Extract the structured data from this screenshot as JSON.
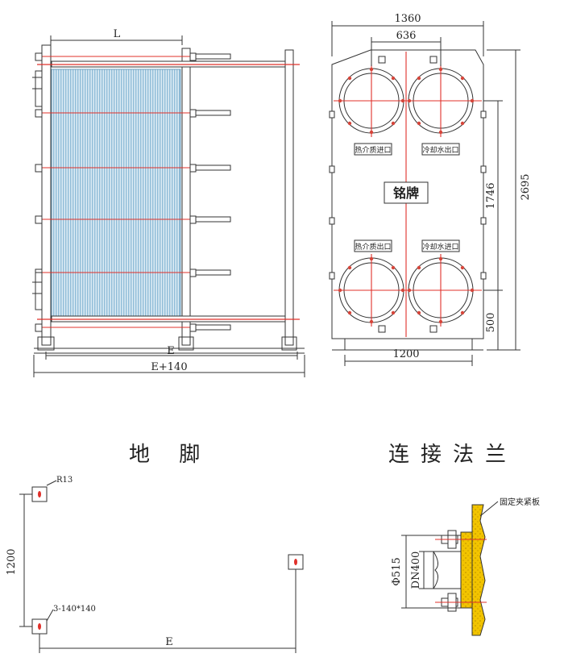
{
  "side_view": {
    "dim_L": "L",
    "dim_E": "E",
    "dim_E140": "E+140"
  },
  "front_view": {
    "width_total": "1360",
    "port_spacing": "636",
    "height_total": "2695",
    "port_center_height": "1746",
    "bottom_height": "500",
    "base_width": "1200",
    "nameplate": "铭牌",
    "port_tl": "热介质进口",
    "port_tr": "冷却水出口",
    "port_bl": "热介质出口",
    "port_br": "冷却水进口"
  },
  "foot": {
    "title": "地 脚",
    "radius": "R13",
    "pad_spec": "3-140*140",
    "dim_height": "1200",
    "dim_E": "E"
  },
  "flange": {
    "title": "连接法兰",
    "plate_label": "固定夹紧板",
    "outer_dia": "Φ515",
    "nominal": "DN400"
  },
  "colors": {
    "line": "#333333",
    "red": "#e0302a",
    "plate_blue": "#a9cfe3",
    "fill_yellow": "#f2c400"
  }
}
